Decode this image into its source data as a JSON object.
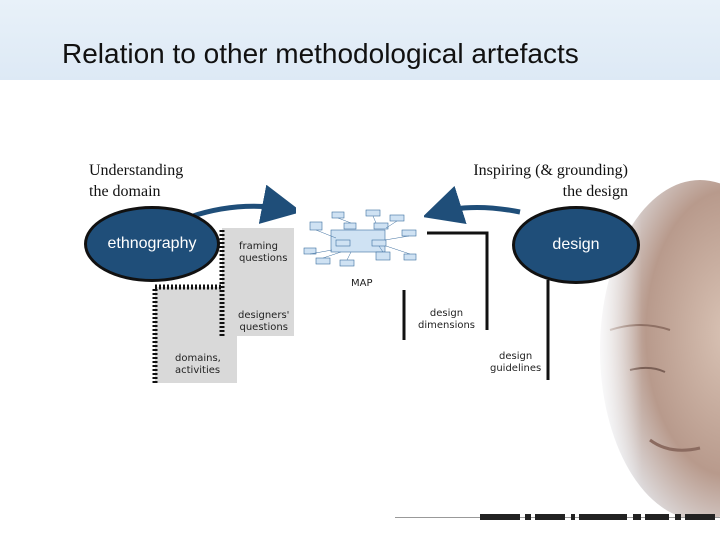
{
  "slide": {
    "title": "Relation to other methodological artefacts"
  },
  "labels": {
    "understanding": [
      "Understanding",
      "the domain"
    ],
    "inspiring": [
      "Inspiring (& grounding)",
      "the design"
    ]
  },
  "nodes": {
    "ethnography": "ethnography",
    "design": "design",
    "framing_questions": [
      "framing",
      "questions"
    ],
    "map": "MAP",
    "designers_questions": [
      "designers'",
      "questions"
    ],
    "domains_activities": [
      "domains,",
      "activities"
    ],
    "design_dimensions": [
      "design",
      "dimensions"
    ],
    "design_guidelines": [
      "design",
      "guidelines"
    ]
  },
  "colors": {
    "title_band": "#e4eef8",
    "oval_fill": "#1f4e79",
    "arrow": "#1f4e79",
    "grey_box": "#d9d9d9",
    "black": "#111111"
  }
}
